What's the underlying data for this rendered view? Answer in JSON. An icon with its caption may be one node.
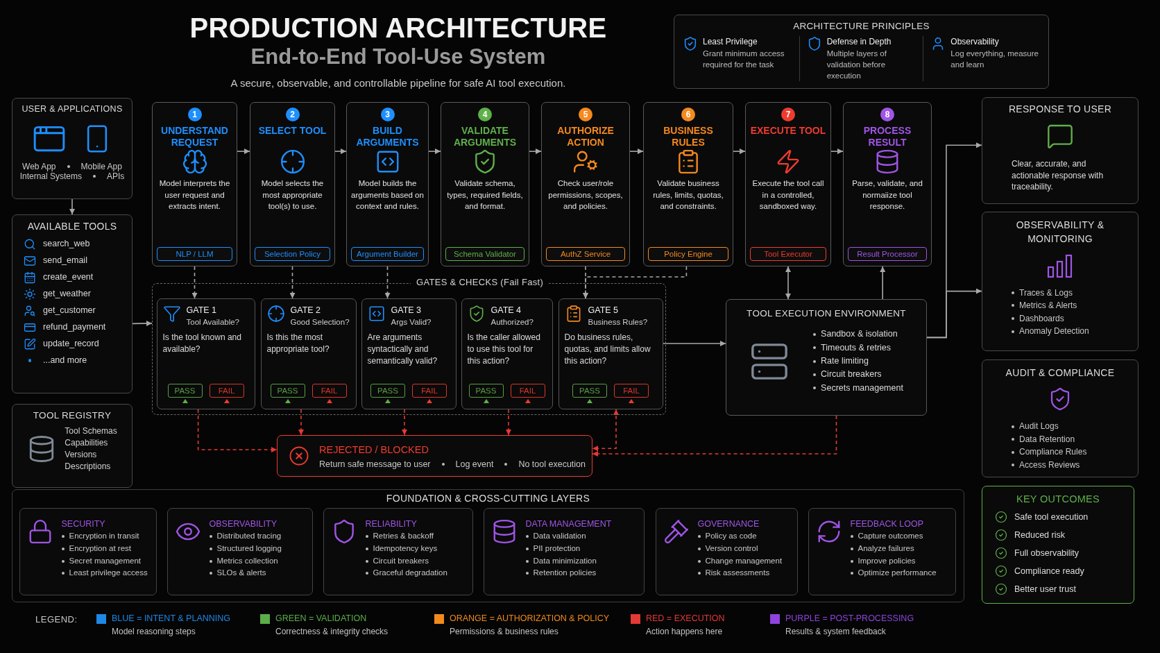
{
  "diagram": {
    "title": "PRODUCTION ARCHITECTURE",
    "caption": "A secure, observable, and controllable pipeline for safe AI tool execution.",
    "nodes": [
      {
        "text": [
          "ARCHITECTURE PRINCIPLES",
          "Least Privilege",
          "Grant minimum access required for the task",
          "Defense in Depth",
          "Multiple layers of validation before execution",
          "Observability",
          "Log everything, measure and learn"
        ]
      },
      {
        "text": [
          "USER & APPLICATIONS",
          "Web App",
          "Mobile App",
          "Internal Systems",
          "APIs"
        ]
      },
      {
        "text": [
          "AVAILABLE TOOLS",
          "search_web",
          "send_email",
          "create_event",
          "get_weather",
          "get_customer",
          "refund_payment",
          "update_record",
          "...and more"
        ]
      },
      {
        "text": [
          "TOOL REGISTRY",
          "Tool Schemas",
          "Capabilities",
          "Versions",
          "Descriptions"
        ]
      },
      {
        "text": [
          "1",
          "UNDERSTAND REQUEST",
          "Model interprets the user request and extracts intent.",
          "NLP / LLM"
        ]
      },
      {
        "text": [
          "2",
          "SELECT TOOL",
          "Model selects the most appropriate tool(s) to use.",
          "Selection Policy"
        ]
      },
      {
        "text": [
          "3",
          "BUILD ARGUMENTS",
          "Model builds the arguments based on context and rules.",
          "Argument Builder"
        ]
      },
      {
        "text": [
          "4",
          "VALIDATE ARGUMENTS",
          "Validate schema, types, required fields, and format.",
          "Schema Validator"
        ]
      },
      {
        "text": [
          "5",
          "AUTHORIZE ACTION",
          "Check user/role permissions, scopes, and policies.",
          "AuthZ Service"
        ]
      },
      {
        "text": [
          "6",
          "BUSINESS RULES",
          "Validate business rules, limits, quotas, and constraints.",
          "Policy Engine"
        ]
      },
      {
        "text": [
          "7",
          "EXECUTE TOOL",
          "Execute the tool call in a controlled, sandboxed way.",
          "Tool Executor"
        ]
      },
      {
        "text": [
          "8",
          "PROCESS RESULT",
          "Parse, validate, and normaiize tool response.",
          "Result Processor"
        ]
      },
      {
        "text": [
          "GATES & CHECKS (Fail Fast)"
        ]
      },
      {
        "text": [
          "GATE 1",
          "Tool Available?",
          "Is the tool known and available?",
          "PASS",
          "FAIL"
        ],
        "in": 12
      },
      {
        "text": [
          "GATE 2",
          "Good Selection?",
          "Is this the most appropriate tool?",
          "PASS",
          "FAIL"
        ],
        "in": 12
      },
      {
        "text": [
          "GATE 3",
          "Args Valid?",
          "Are arguments syntactically and semantically valid?",
          "PASS",
          "FAIL"
        ],
        "in": 12
      },
      {
        "text": [
          "GATE 4",
          "Authorized?",
          "Is the caller allowed to use this tool for this action?",
          "PASS",
          "FAIL"
        ],
        "in": 12
      },
      {
        "text": [
          "GATE 5",
          "Business Rules?",
          "Do business rules, quotas, and limits allow this action?",
          "PASS",
          "FAIL"
        ],
        "in": 12
      },
      {
        "text": [
          "REJECTED / BLOCKED",
          "Return safe message to user",
          "Log event",
          "No tool execution"
        ]
      },
      {
        "text": [
          "TOOL EXECUTION ENVIRONMENT",
          "Sandbox & isolation",
          "Timeouts & retries",
          "Rate limiting",
          "Circuit breakers",
          "Secrets management"
        ]
      },
      {
        "text": [
          "RESPONSE TO USER",
          "Clear, accurate, and actionable response with traceability."
        ]
      },
      {
        "text": [
          "OBSERVABILITY & MONITORING",
          "Traces & Logs",
          "Metrics & Alerts",
          "Dashboards",
          "Anomaly Detection"
        ]
      },
      {
        "text": [
          "AUDIT & COMPLIANCE",
          "Audit Logs",
          "Data Retention",
          "Compliance Rules",
          "Access Reviews"
        ]
      },
      {
        "text": [
          "KEY OUTCOMES",
          "Safe tool execution",
          "Reduced risk",
          "Full observability",
          "Compliance ready",
          "Better user trust"
        ]
      },
      {
        "text": [
          "FOUNDATION & CROSS-CUTTING LAYERS"
        ]
      },
      {
        "text": [
          "SECURITY",
          "Encryption in transit",
          "Encryption at rest",
          "Secret management",
          "Least privilege access"
        ],
        "in": 24
      },
      {
        "text": [
          "OBSERVABILITY",
          "Distributed tracing",
          "Structured logging",
          "Metrics collection",
          "SLOs & alerts"
        ],
        "in": 24
      },
      {
        "text": [
          "RELIABILITY",
          "Retries & backoff",
          "Idempotency keys",
          "Circuit breakers",
          "Graceful degradation"
        ],
        "in": 24
      },
      {
        "text": [
          "DATA MANAGEMENT",
          "Data validation",
          "PII protection",
          "Data minimization",
          "Retention policies"
        ],
        "in": 24
      },
      {
        "text": [
          "GOVERNANCE",
          "Policy as code",
          "Version control",
          "Change management",
          "Risk assessments"
        ],
        "in": 24
      },
      {
        "text": [
          "FEEDBACK LOOP",
          "Capture outcomes",
          "Analyze failures",
          "Improve policies",
          "Optimize performance"
        ],
        "in": 24
      }
    ],
    "edges": [
      {
        "from": 1,
        "to": 2,
        "arrow": "to"
      },
      {
        "from": 2,
        "to": 12,
        "arrow": "to"
      },
      {
        "from": 4,
        "to": 5,
        "arrow": "to"
      },
      {
        "from": 5,
        "to": 6,
        "arrow": "to"
      },
      {
        "from": 6,
        "to": 7,
        "arrow": "to"
      },
      {
        "from": 7,
        "to": 8,
        "arrow": "to"
      },
      {
        "from": 8,
        "to": 9,
        "arrow": "to"
      },
      {
        "from": 9,
        "to": 10,
        "arrow": "to"
      },
      {
        "from": 10,
        "to": 11,
        "arrow": "to"
      },
      {
        "from": 4,
        "to": 13,
        "arrow": "to",
        "style": "dashed"
      },
      {
        "from": 5,
        "to": 14,
        "arrow": "to",
        "style": "dashed"
      },
      {
        "from": 6,
        "to": 15,
        "arrow": "to",
        "style": "dashed"
      },
      {
        "from": 8,
        "to": 17,
        "arrow": "to",
        "style": "dashed"
      },
      {
        "from": 9,
        "to": 17,
        "arrow": "to",
        "style": "dashed"
      },
      {
        "from": 13,
        "to": 18,
        "arrow": "to",
        "style": "dashed",
        "color": "#e53935"
      },
      {
        "from": 14,
        "to": 18,
        "arrow": "to",
        "style": "dashed",
        "color": "#e53935"
      },
      {
        "from": 15,
        "to": 18,
        "arrow": "to",
        "style": "dashed",
        "color": "#e53935"
      },
      {
        "from": 16,
        "to": 18,
        "arrow": "to",
        "style": "dashed",
        "color": "#e53935"
      },
      {
        "from": 17,
        "to": 18,
        "arrow": "both",
        "style": "dashed",
        "color": "#e53935"
      },
      {
        "from": 19,
        "to": 18,
        "arrow": "to",
        "style": "dashed",
        "color": "#e53935"
      },
      {
        "from": 17,
        "to": 19,
        "arrow": "to"
      },
      {
        "from": 10,
        "to": 19,
        "arrow": "both"
      },
      {
        "from": 19,
        "to": 11,
        "arrow": "to"
      },
      {
        "from": 19,
        "to": 20,
        "arrow": "to"
      },
      {
        "from": 19,
        "to": 21,
        "arrow": "to"
      }
    ],
    "labels": [
      "End-to-End Tool-Use System",
      "LEGEND:",
      "Model reasoning steps",
      "Correctness & integrity checks",
      "Permissions & business rules",
      "Action happens here",
      "Results & system feedback"
    ],
    "legend": [
      {
        "text": "BLUE = INTENT & PLANNING",
        "color": "#1e88e5"
      },
      {
        "text": "GREEN = VALIDATION",
        "color": "#5cae49"
      },
      {
        "text": "ORANGE = AUTHORIZATION & POLICY",
        "color": "#f08a1c"
      },
      {
        "text": "RED = EXECUTION",
        "color": "#e53935"
      },
      {
        "text": "PURPLE = POST-PROCESSING",
        "color": "#8e44dd"
      }
    ]
  }
}
